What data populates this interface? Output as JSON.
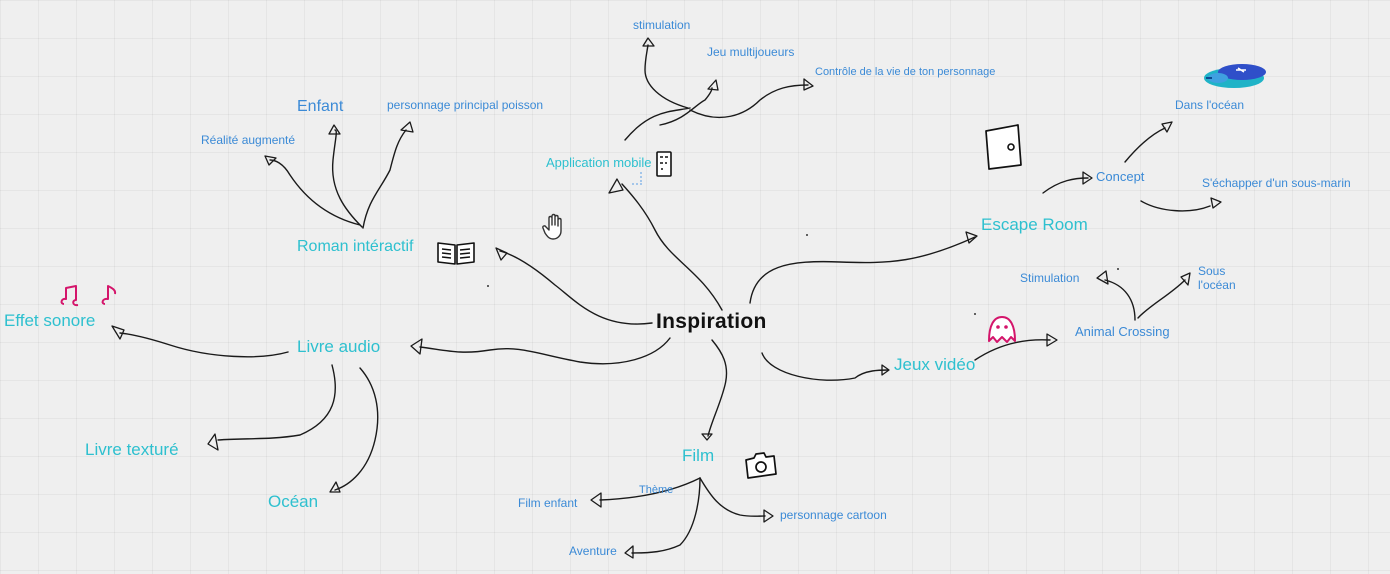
{
  "center": "Inspiration",
  "nodes": {
    "roman": "Roman intéractif",
    "enfant": "Enfant",
    "realite": "Réalité augmenté",
    "perso_poisson": "personnage principal poisson",
    "app_mobile": "Application mobile",
    "stimulation_top": "stimulation",
    "jeu_multi": "Jeu multijoueurs",
    "controle": "Contrôle de la vie de ton personnage",
    "escape": "Escape Room",
    "concept": "Concept",
    "dans_ocean": "Dans l'océan",
    "echapper": "S'échapper d'un sous-marin",
    "jeux_video": "Jeux vidéo",
    "animal": "Animal Crossing",
    "stimulation_right": "Stimulation",
    "sous_ocean": "Sous\nl'océan",
    "livre_audio": "Livre audio",
    "effet": "Effet sonore",
    "livre_texture": "Livre texturé",
    "ocean": "Océan",
    "film": "Film",
    "theme": "Thème",
    "film_enfant": "Film enfant",
    "aventure": "Aventure",
    "perso_cartoon": "personnage cartoon"
  },
  "icons": [
    "book-icon",
    "phone-icon",
    "door-icon",
    "submarine-icon",
    "ghost-icon",
    "music-note-icon",
    "camera-icon",
    "hand-cursor-icon"
  ],
  "colors": {
    "level1": "#2ec0cf",
    "level2": "#3b8ad6",
    "center": "#111111",
    "accent_pink": "#d4156b",
    "background": "#efefef"
  }
}
